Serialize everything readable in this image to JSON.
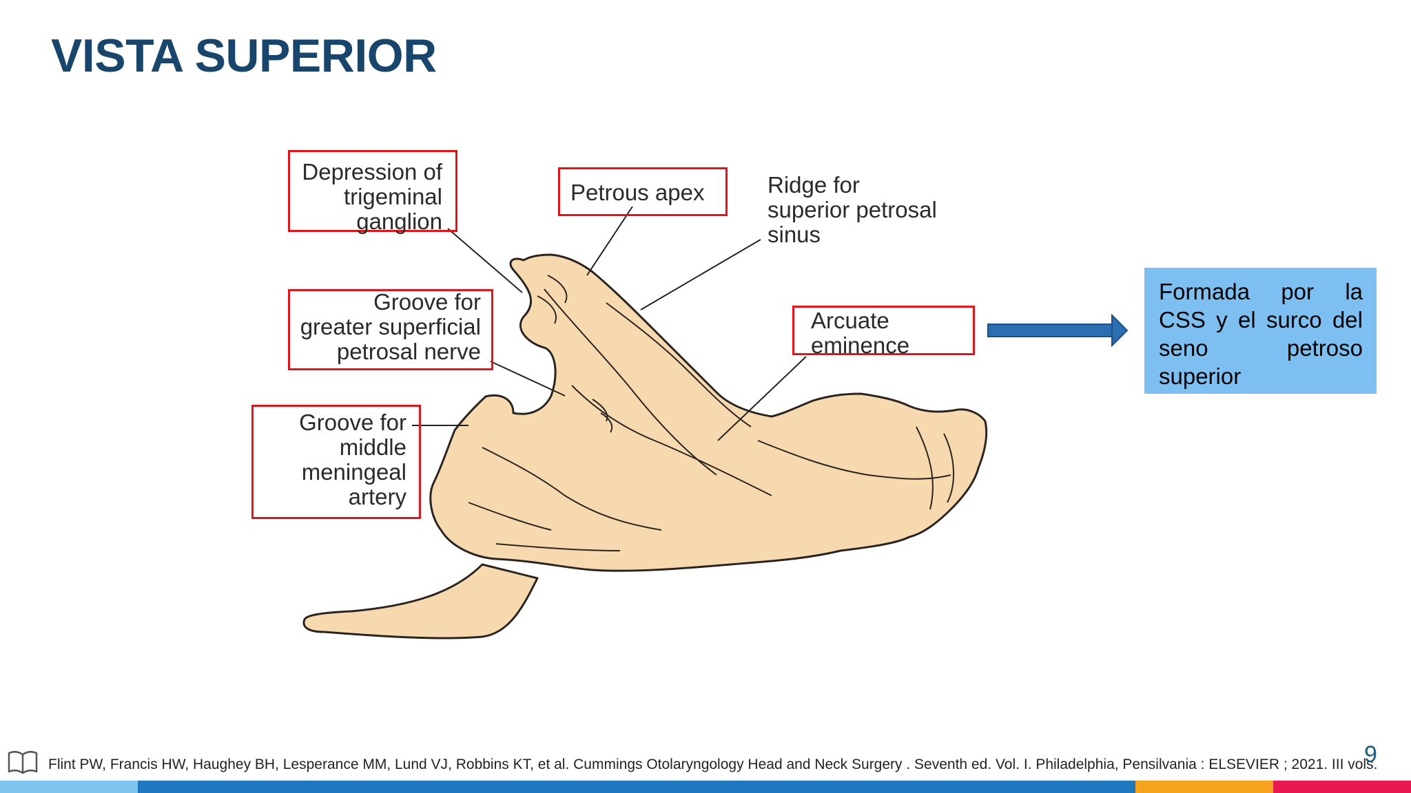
{
  "slide": {
    "title": "VISTA SUPERIOR",
    "page_number": "9"
  },
  "labels": {
    "trigeminal": [
      "Depression of",
      "trigeminal",
      "ganglion"
    ],
    "petrous_apex": "Petrous apex",
    "ridge": [
      "Ridge for",
      "superior petrosal",
      "sinus"
    ],
    "groove_nerve": [
      "Groove for",
      "greater superficial",
      "petrosal nerve"
    ],
    "arcuate": [
      "Arcuate",
      "eminence"
    ],
    "groove_artery": [
      "Groove for",
      "middle",
      "meningeal",
      "artery"
    ]
  },
  "note": {
    "text": "Formada por la CSS y el surco del seno petroso superior"
  },
  "footer": {
    "reference": "Flint PW, Francis HW, Haughey BH, Lesperance MM, Lund VJ, Robbins KT, et al. Cummings Otolaryngology Head and Neck Surgery . Seventh ed. Vol. I. Philadelphia,  Pensilvania  : ELSEVIER ; 2021. III vols."
  },
  "colors": {
    "title": "#17456b",
    "highlight_box": "#e0151b",
    "note_bg": "#7dbff0",
    "arrow": "#2b6fb2",
    "bone_fill": "#f7d9b0",
    "bar_light_blue": "#7cc3f0",
    "bar_blue": "#1f77c0",
    "bar_orange": "#f6a21e",
    "bar_red": "#e8194e"
  }
}
